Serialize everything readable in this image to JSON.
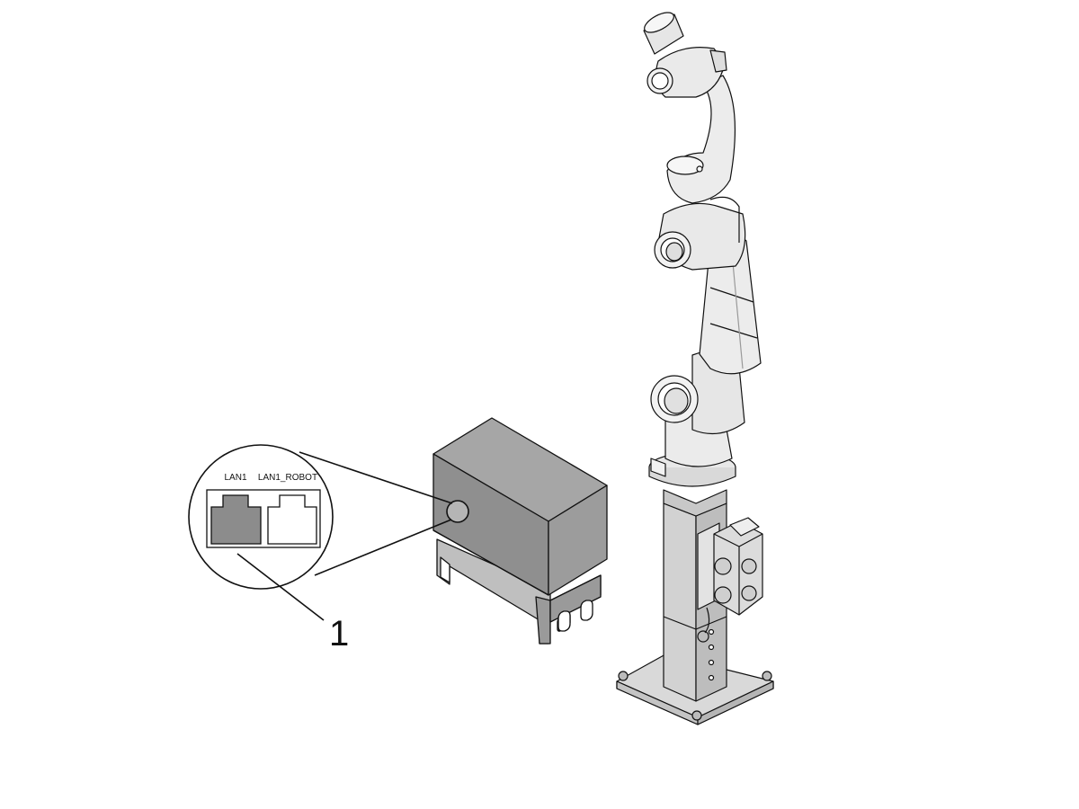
{
  "callout": {
    "number": "1",
    "ports": [
      {
        "label": "LAN1",
        "state": "connected",
        "fill": "#8c8c8c"
      },
      {
        "label": "LAN1_ROBOT",
        "state": "empty",
        "fill": "#ffffff"
      }
    ]
  },
  "colors": {
    "line": "#111111",
    "controller_box": "#8f8f8f",
    "controller_side": "#a3a3a3",
    "robot_body": "#ececec",
    "robot_shadow": "#d6d6d6",
    "pedestal": "#d0d0d0"
  },
  "icons": {
    "zoom_circle": "magnifier-callout-icon",
    "controller": "controller-cabinet-icon",
    "robot": "robot-arm-icon"
  }
}
